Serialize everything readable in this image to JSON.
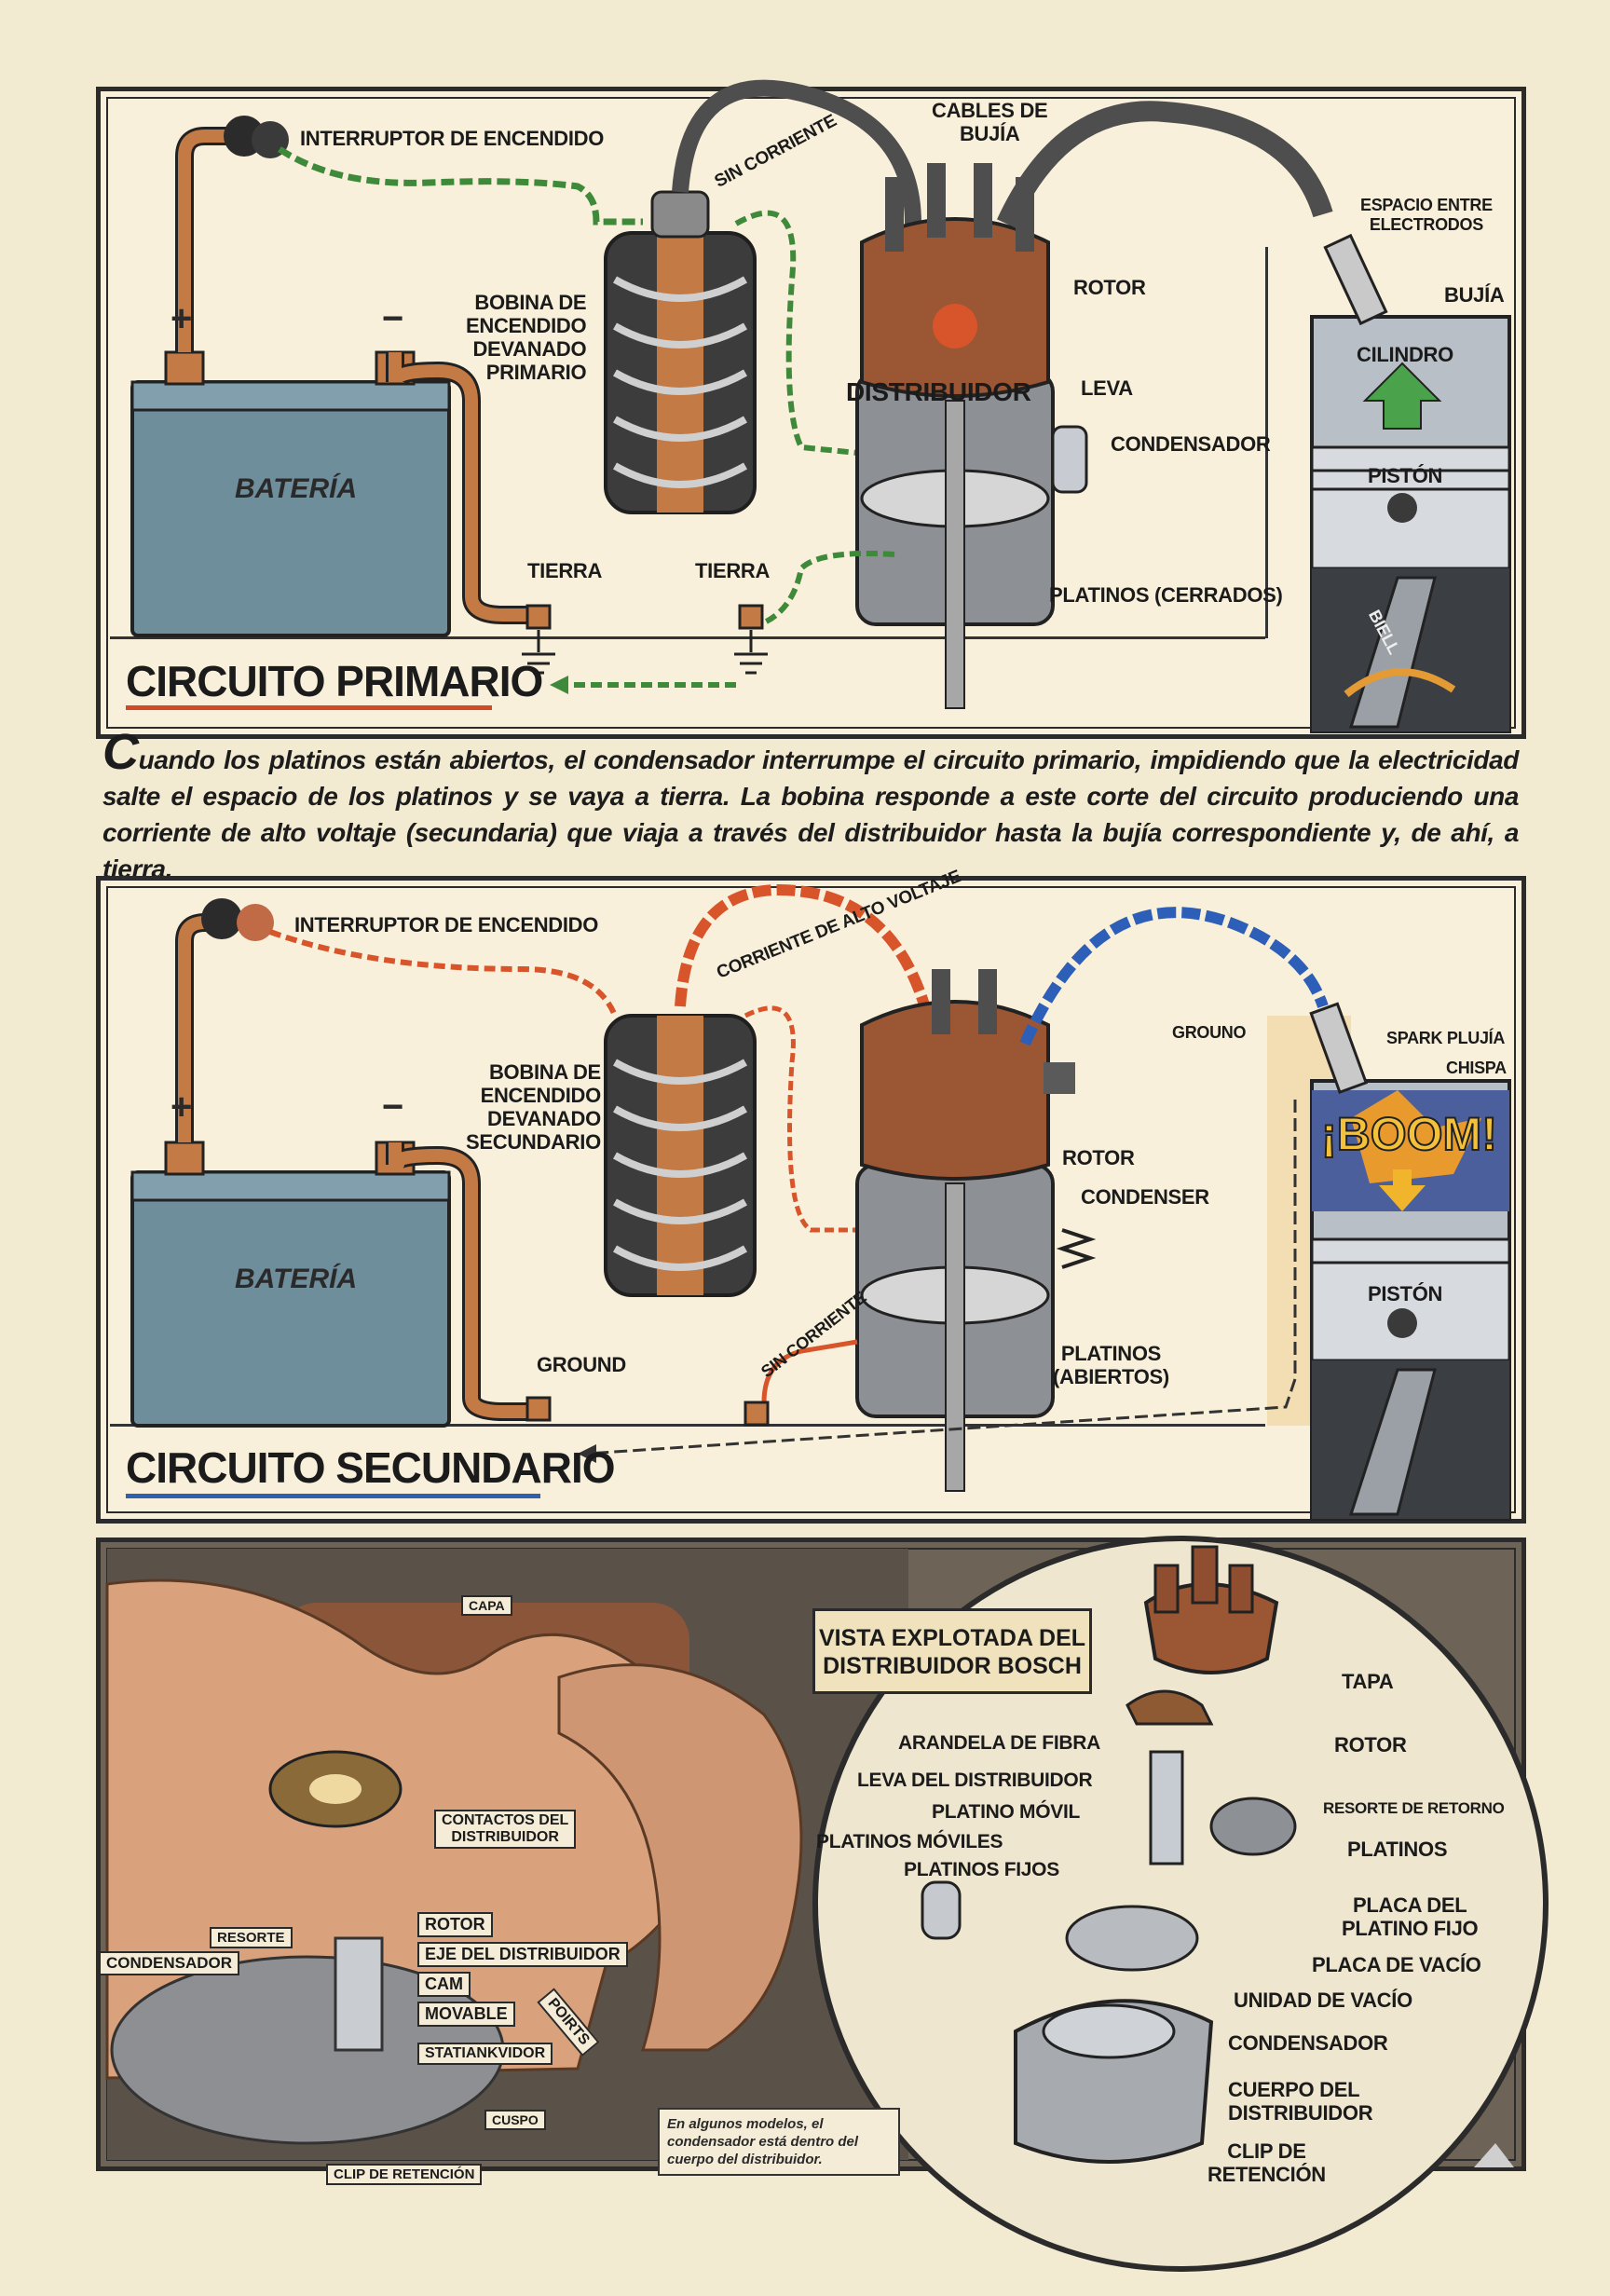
{
  "primary": {
    "title": "CIRCUITO PRIMARIO",
    "labels": {
      "ignition_switch": "INTERRUPTOR DE ENCENDIDO",
      "no_current": "SIN CORRIENTE",
      "plug_cables": "CABLES DE\nBUJÍA",
      "electrode_gap": "ESPACIO ENTRE\nELECTRODOS",
      "spark_plug": "BUJÍA",
      "rotor": "ROTOR",
      "coil": "BOBINA DE\nENCENDIDO\nDEVANADO\nPRIMARIO",
      "cylinder": "CILINDRO",
      "distributor": "DISTRIBUIDOR",
      "cam": "LEVA",
      "condenser": "CONDENSADOR",
      "battery": "BATERÍA",
      "piston": "PISTÓN",
      "ground1": "TIERRA",
      "ground2": "TIERRA",
      "points": "PLATINOS (CERRADOS)",
      "rod": "BIELL",
      "plus": "+",
      "minus": "−"
    }
  },
  "paragraph": {
    "drop_cap": "C",
    "text": "uando los platinos están abiertos, el condensador interrumpe el circuito primario, impidiendo que la electricidad salte el espacio de los platinos y se vaya a tierra. La bobina responde a este corte del circuito produciendo una corriente de alto voltaje (secundaria) que viaja a través del distribuidor hasta la bujía correspondiente y, de ahí, a tierra."
  },
  "secondary": {
    "title": "CIRCUITO SECUNDARIO",
    "labels": {
      "ignition_switch": "INTERRUPTOR DE ENCENDIDO",
      "high_voltage": "CORRIENTE DE ALTO VOLTAJE",
      "ground_top": "GROUNO",
      "spark_plug": "SPARK PLUJÍA",
      "spark": "CHISPA",
      "coil": "BOBINA DE\nENCENDIDO\nDEVANADO\nSECUNDARIO",
      "rotor": "ROTOR",
      "condenser": "CONDENSER",
      "boom": "¡BOOM!",
      "battery": "BATERÍA",
      "piston": "PISTÓN",
      "no_current": "SIN CORRIENTE",
      "points": "PLATINOS\n(ABIERTOS)",
      "ground": "GROUND",
      "plus": "+",
      "minus": "−"
    }
  },
  "photo": {
    "tags": {
      "cap": "CAPA",
      "contacts": "CONTACTOS DEL\nDISTRIBUIDOR",
      "rotor": "ROTOR",
      "spring": "RESORTE",
      "condenser": "CONDENSADOR",
      "shaft": "EJE DEL DISTRIBUIDOR",
      "cam": "CAM",
      "movable": "MOVABLE",
      "points": "POIRTS",
      "stationary": "STATIANKVIDOR",
      "cuspo": "CUSPO",
      "clip": "CLIP DE RETENCIÓN"
    },
    "note": "En algunos modelos, el condensador está dentro del cuerpo del distribuidor."
  },
  "exploded": {
    "banner": "VISTA EXPLOTADA DEL\nDISTRIBUIDOR BOSCH",
    "labels": {
      "cap": "TAPA",
      "rotor": "ROTOR",
      "fiber_washer": "ARANDELA DE FIBRA",
      "dist_cam": "LEVA DEL DISTRIBUIDOR",
      "return_spring": "RESORTE DE RETORNO",
      "moving_point": "PLATINO MÓVIL",
      "moving_points": "PLATINOS MÓVILES",
      "fixed_points": "PLATINOS FIJOS",
      "points": "PLATINOS",
      "fixed_plate": "PLACA DEL\nPLATINO FIJO",
      "vacuum_plate": "PLACA DE VACÍO",
      "vacuum_unit": "UNIDAD DE VACÍO",
      "condenser": "CONDENSADOR",
      "body": "CUERPO DEL\nDISTRIBUIDOR",
      "clip": "CLIP DE\nRETENCIÓN"
    }
  },
  "colors": {
    "primary_underline": "#d24a25",
    "secondary_underline": "#2f5fae",
    "copper": "#c47a45",
    "battery": "#6f8e9c",
    "green_current": "#3f8a3a",
    "orange_current": "#d8542a",
    "blue_current": "#2d5fb8"
  }
}
